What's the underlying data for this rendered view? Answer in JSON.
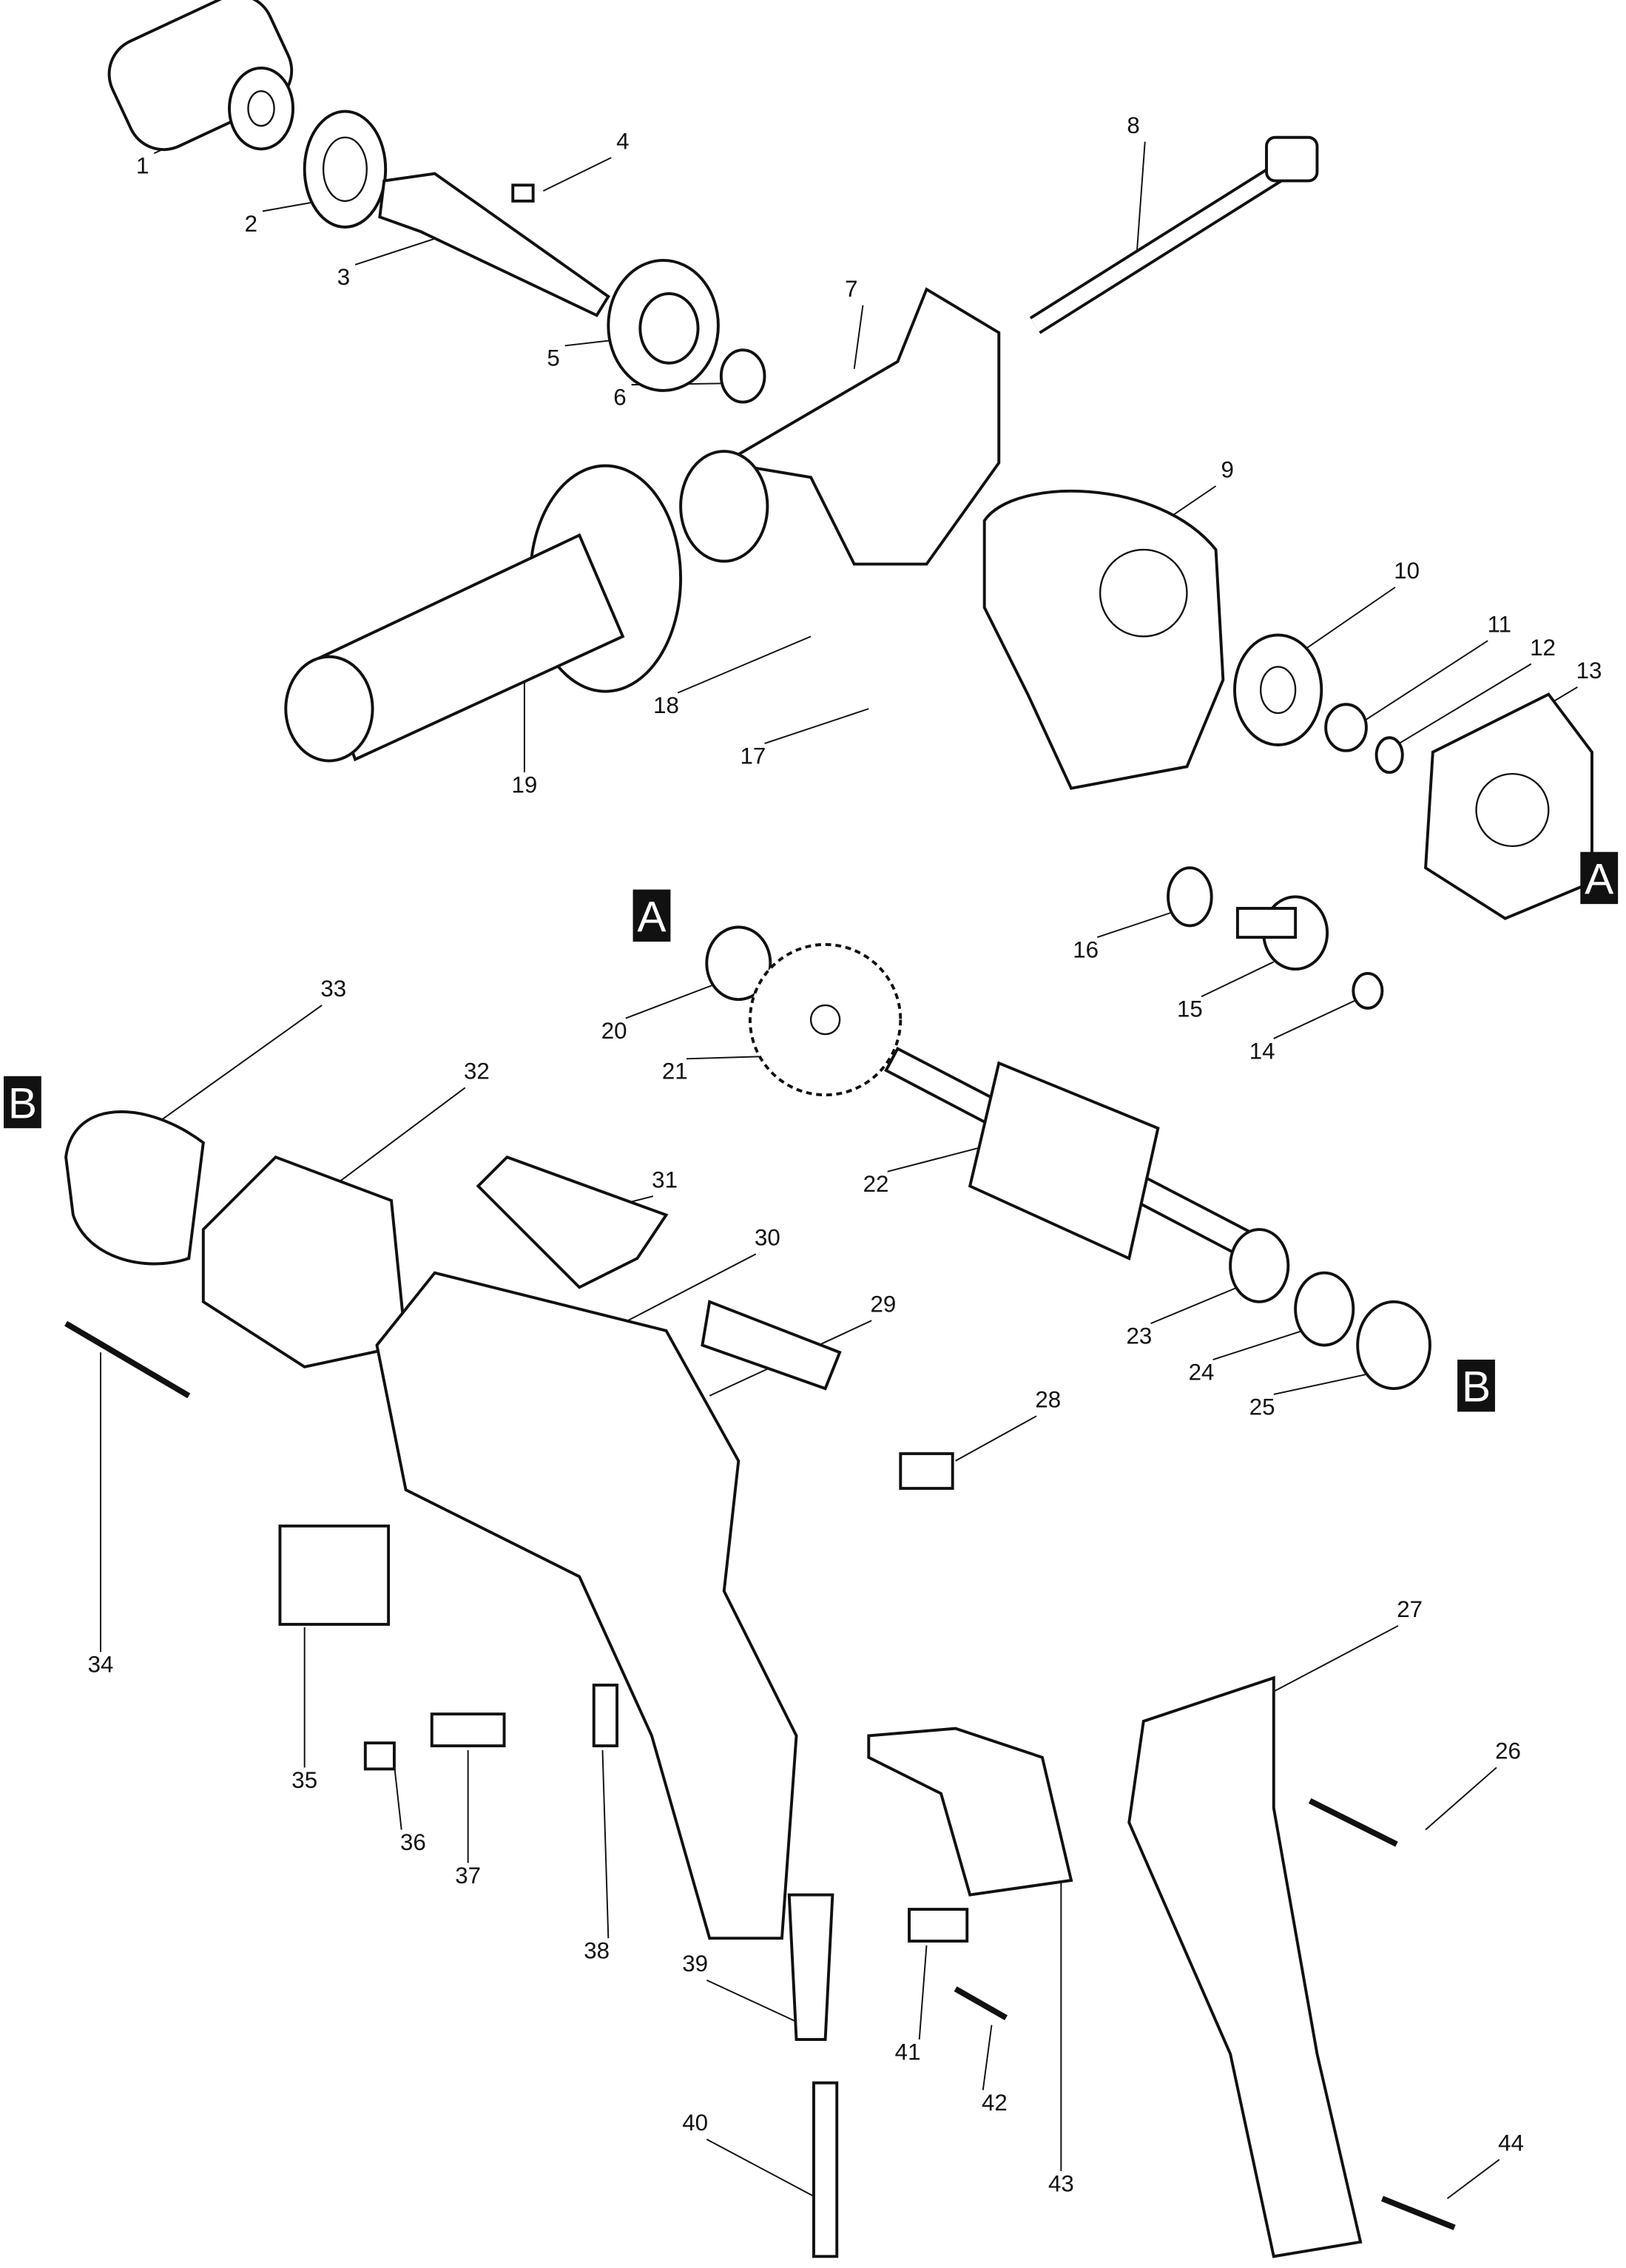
{
  "diagram": {
    "type": "exploded-parts-view",
    "part_numbers": [
      "1",
      "2",
      "3",
      "4",
      "5",
      "6",
      "7",
      "8",
      "9",
      "10",
      "11",
      "12",
      "13",
      "14",
      "15",
      "16",
      "17",
      "18",
      "19",
      "20",
      "21",
      "22",
      "23",
      "24",
      "25",
      "26",
      "27",
      "28",
      "29",
      "30",
      "31",
      "32",
      "33",
      "34",
      "35",
      "36",
      "37",
      "38",
      "39",
      "40",
      "41",
      "42",
      "43",
      "44"
    ],
    "markers": {
      "a": "A",
      "b": "B"
    }
  }
}
